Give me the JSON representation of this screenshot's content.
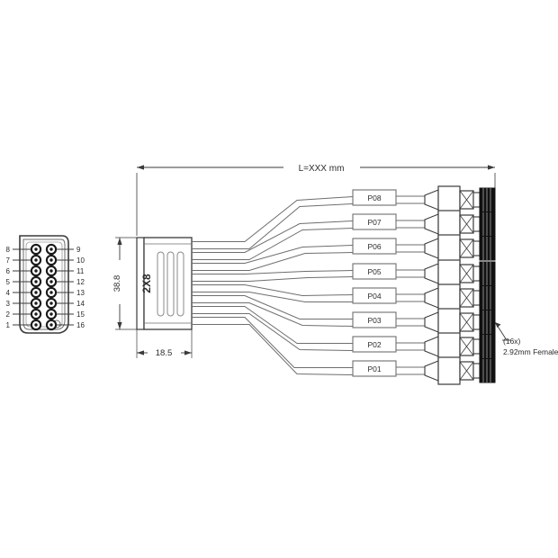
{
  "drawing": {
    "title_dimension": "L=XXX mm",
    "block": {
      "label": "2X8",
      "width_dim": "18.5",
      "height_dim": "38.8"
    },
    "note": {
      "count": "(16x)",
      "type": "2.92mm Female"
    },
    "port_labels": [
      "P08",
      "P07",
      "P06",
      "P05",
      "P04",
      "P03",
      "P02",
      "P01"
    ],
    "connector": {
      "pins_left": [
        "8",
        "7",
        "6",
        "5",
        "4",
        "3",
        "2",
        "1"
      ],
      "pins_right": [
        "9",
        "10",
        "11",
        "12",
        "13",
        "14",
        "15",
        "16"
      ]
    },
    "colors": {
      "line": "#3a3a3a",
      "line_light": "#8a8a8a",
      "text": "#2b2b2b",
      "tip_black": "#111111",
      "background": "#ffffff",
      "pin_dark": "#1a1a1a"
    }
  }
}
